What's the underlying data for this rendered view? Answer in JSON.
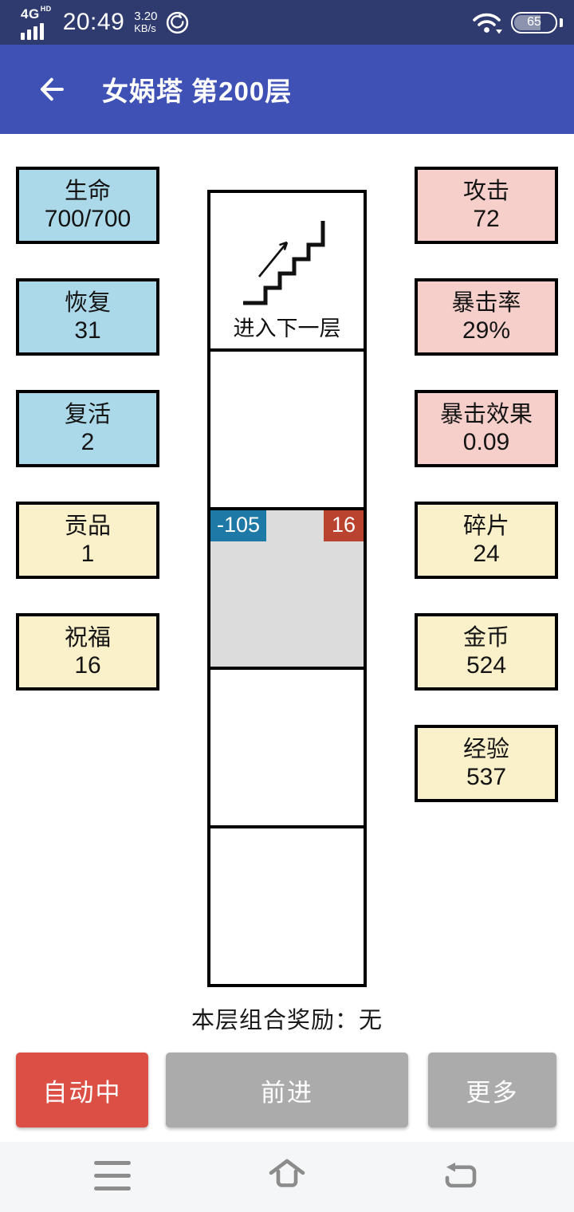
{
  "status_bar": {
    "network": "4G",
    "network_badge": "HD",
    "time": "20:49",
    "speed_value": "3.20",
    "speed_unit": "KB/s",
    "battery_percent": "65"
  },
  "app_bar": {
    "title": "女娲塔 第200层"
  },
  "stats_left": [
    {
      "label": "生命",
      "value": "700/700"
    },
    {
      "label": "恢复",
      "value": "31"
    },
    {
      "label": "复活",
      "value": "2"
    },
    {
      "label": "贡品",
      "value": "1"
    },
    {
      "label": "祝福",
      "value": "16"
    }
  ],
  "stats_right": [
    {
      "label": "攻击",
      "value": "72"
    },
    {
      "label": "暴击率",
      "value": "29%"
    },
    {
      "label": "暴击效果",
      "value": "0.09"
    },
    {
      "label": "碎片",
      "value": "24"
    },
    {
      "label": "金币",
      "value": "524"
    },
    {
      "label": "经验",
      "value": "537"
    }
  ],
  "tower": {
    "stairs_label": "进入下一层",
    "event_cell": {
      "left_badge": "-105",
      "right_badge": "16"
    }
  },
  "combo_reward_label": "本层组合奖励：无",
  "action_buttons": {
    "auto": "自动中",
    "forward": "前进",
    "more": "更多"
  },
  "colors": {
    "status_bar": "#2F3B6E",
    "app_bar": "#3F51B5",
    "stat_blue": "#ACD9EA",
    "stat_pink": "#F6CFCA",
    "stat_cream": "#FAF0C9",
    "event_tile_gray": "#DCDCDC",
    "badge_blue": "#1F79A7",
    "badge_red": "#B9432F",
    "button_red": "#DC4F45",
    "button_gray": "#ABABAB",
    "nav_bar": "#F5F6F7"
  }
}
